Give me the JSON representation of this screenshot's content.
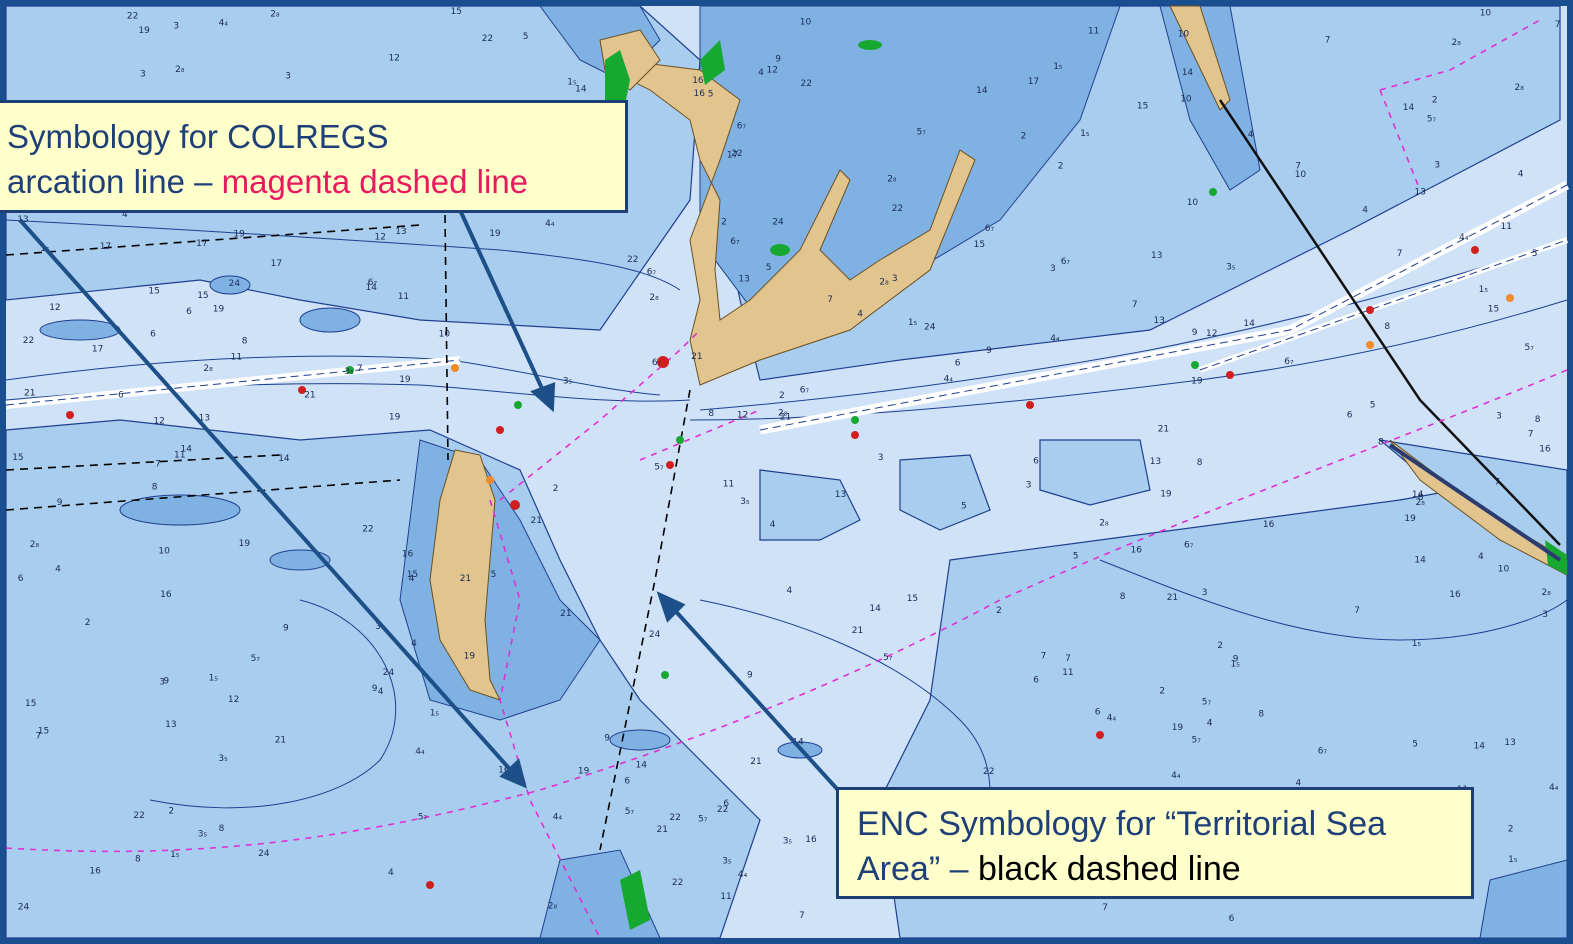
{
  "callouts": {
    "colregs": {
      "line1": "Symbology for COLREGS",
      "line2_prefix": "arcation line – ",
      "line2_highlight": "magenta dashed line",
      "highlight_color": "#e8195e"
    },
    "territorial": {
      "line1": "ENC Symbology for  “Territorial Sea",
      "line2_prefix": "Area” – ",
      "line2_highlight": "black dashed line"
    }
  },
  "colors": {
    "deep_water": "#cfe2f7",
    "shallow_water": "#a9cdee",
    "very_shallow_water": "#7fb2e3",
    "land": "#e2c48e",
    "marsh": "#17a832",
    "colregs_line": "#e02fd4",
    "territorial_line": "#000000",
    "callout_fill": "#ffffcc",
    "callout_text": "#1e3f78",
    "arrow": "#1d4f88",
    "frame": "#1a4f8f"
  },
  "soundings": [
    "7",
    "5",
    "6",
    "4",
    "3",
    "2",
    "8",
    "9",
    "10",
    "12",
    "14",
    "15",
    "17",
    "19",
    "21",
    "22",
    "24",
    "3₅",
    "5₇",
    "4₄",
    "6₇",
    "2₈",
    "1₅",
    "11",
    "13",
    "16"
  ]
}
